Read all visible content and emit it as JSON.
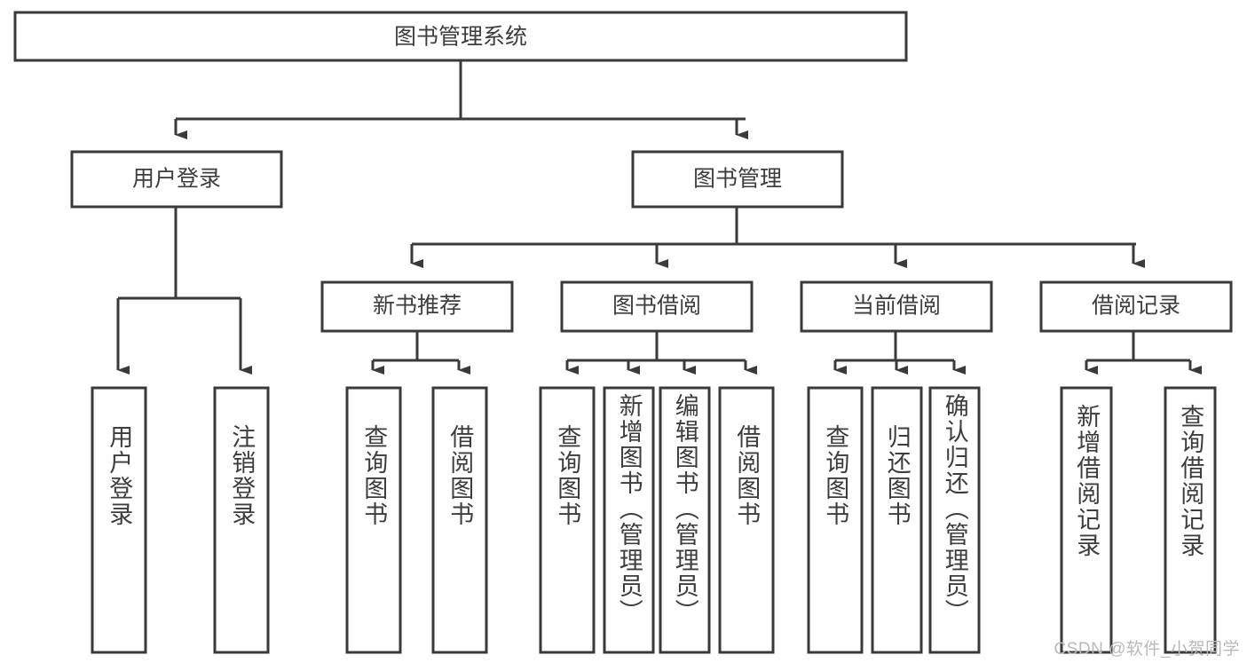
{
  "diagram": {
    "title": "图书管理系统",
    "type": "tree-hierarchy",
    "root": {
      "label": "图书管理系统"
    },
    "level2": [
      {
        "label": "用户登录"
      },
      {
        "label": "图书管理"
      }
    ],
    "level3": [
      {
        "label": "新书推荐"
      },
      {
        "label": "图书借阅"
      },
      {
        "label": "当前借阅"
      },
      {
        "label": "借阅记录"
      }
    ],
    "leaves": {
      "user_login": [
        {
          "label": "用户登录"
        },
        {
          "label": "注销登录"
        }
      ],
      "new_book_recommend": [
        {
          "label": "查询图书"
        },
        {
          "label": "借阅图书"
        }
      ],
      "book_borrow": [
        {
          "label": "查询图书"
        },
        {
          "label": "新增图书（管理员）"
        },
        {
          "label": "编辑图书（管理员）"
        },
        {
          "label": "借阅图书"
        }
      ],
      "current_borrow": [
        {
          "label": "查询图书"
        },
        {
          "label": "归还图书"
        },
        {
          "label": "确认归还（管理员）"
        }
      ],
      "borrow_record": [
        {
          "label": "新增借阅记录"
        },
        {
          "label": "查询借阅记录"
        }
      ]
    }
  },
  "watermark": {
    "text": "CSDN @软件_小贺同学"
  },
  "colors": {
    "stroke": "#3a3a3a",
    "text": "#3d3d3d",
    "background": "#ffffff",
    "watermark": "#b9b9b9"
  }
}
